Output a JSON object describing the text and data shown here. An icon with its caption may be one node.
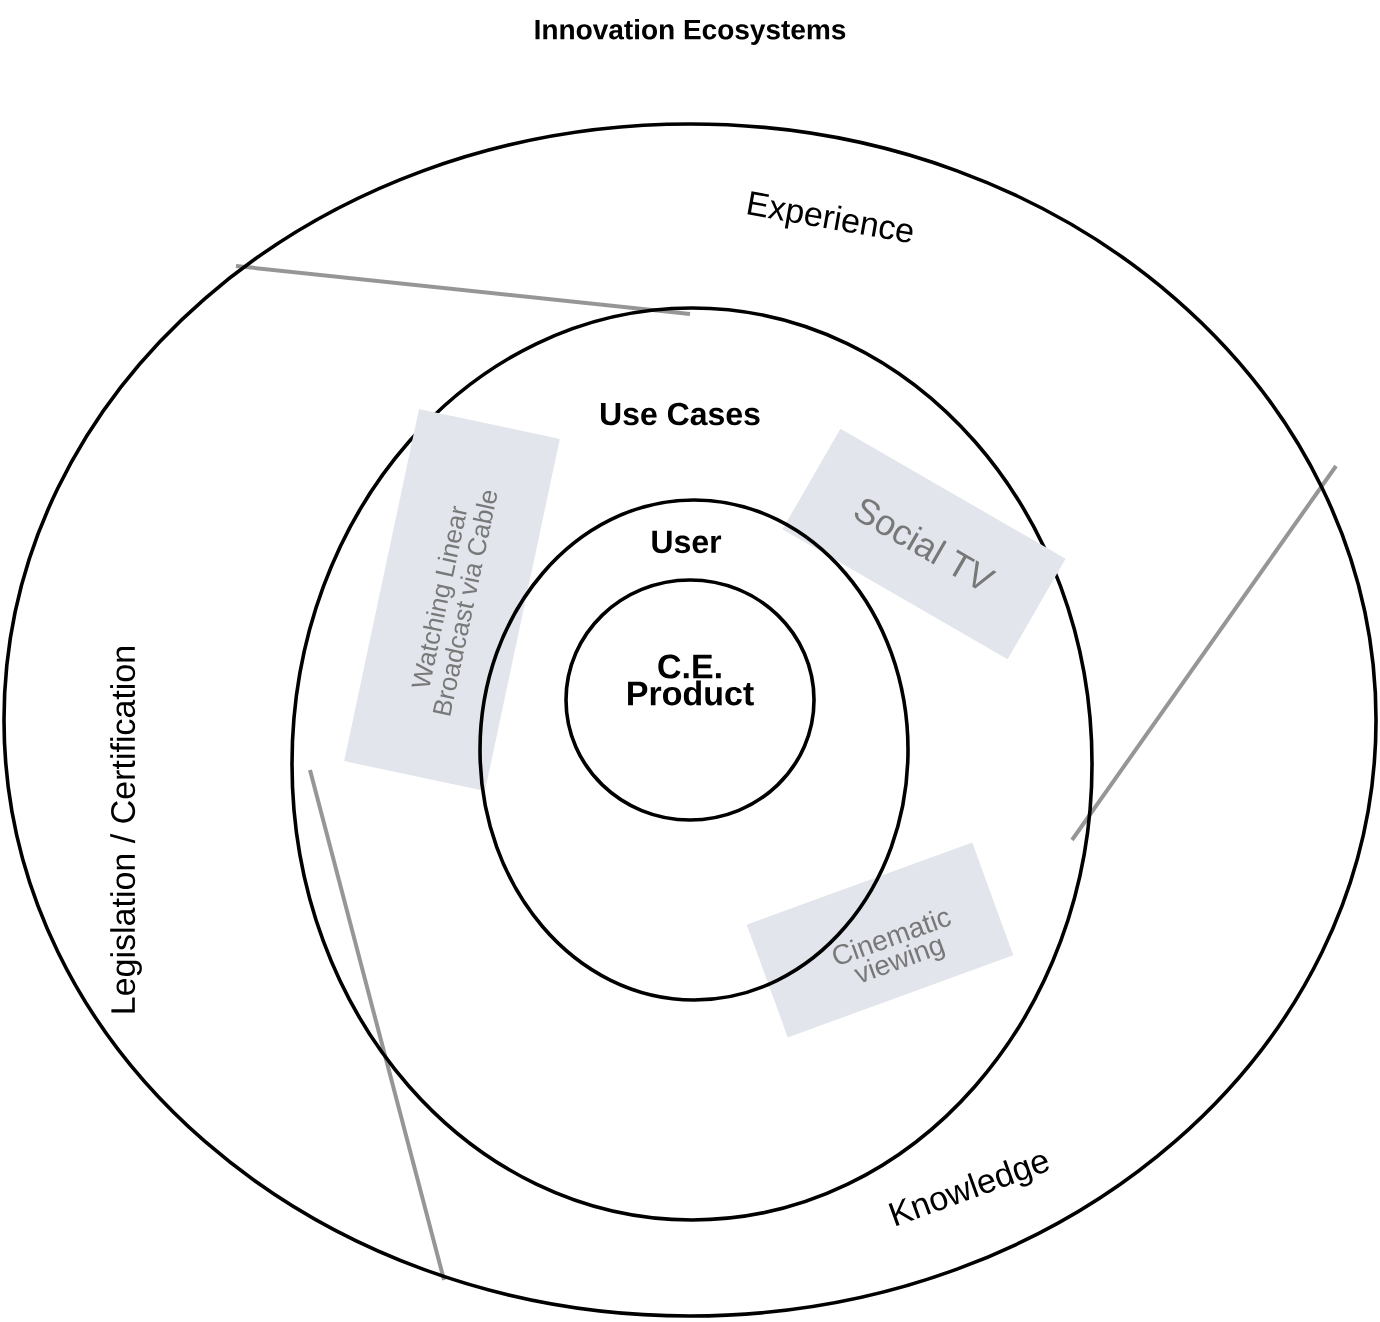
{
  "diagram": {
    "title": "Innovation Ecosystems",
    "nodes": [
      {
        "text": [
          "Experience",
          "Legislation / Certification",
          "Knowledge"
        ]
      },
      {
        "text": [
          "Use Cases"
        ],
        "in": 0
      },
      {
        "text": [
          "Watching Linear Broadcast via Cable"
        ],
        "in": 1
      },
      {
        "text": [
          "Social TV"
        ],
        "in": 1
      },
      {
        "text": [
          "Cinematic viewing"
        ],
        "in": 1
      },
      {
        "text": [
          "User"
        ],
        "in": 1
      },
      {
        "text": [
          "C.E. Product"
        ],
        "in": 5
      }
    ]
  }
}
